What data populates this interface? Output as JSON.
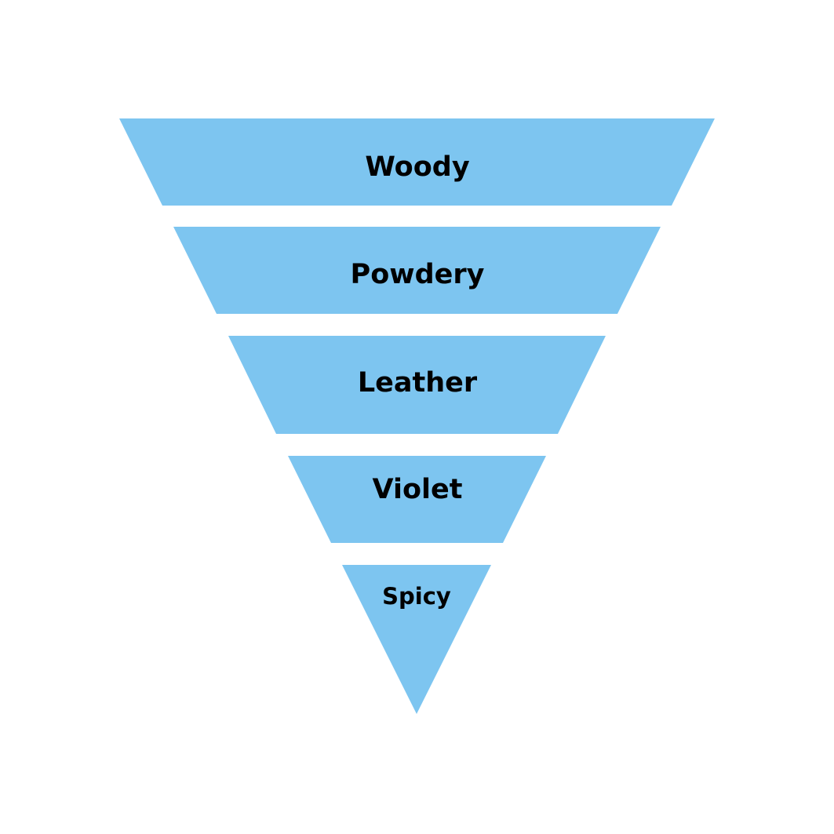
{
  "diagram": {
    "type": "inverted-pyramid",
    "fill_color": "#7DC5F0",
    "text_color": "#000000",
    "tiers": [
      {
        "label": "Woody"
      },
      {
        "label": "Powdery"
      },
      {
        "label": "Leather"
      },
      {
        "label": "Violet"
      },
      {
        "label": "Spicy"
      }
    ]
  }
}
